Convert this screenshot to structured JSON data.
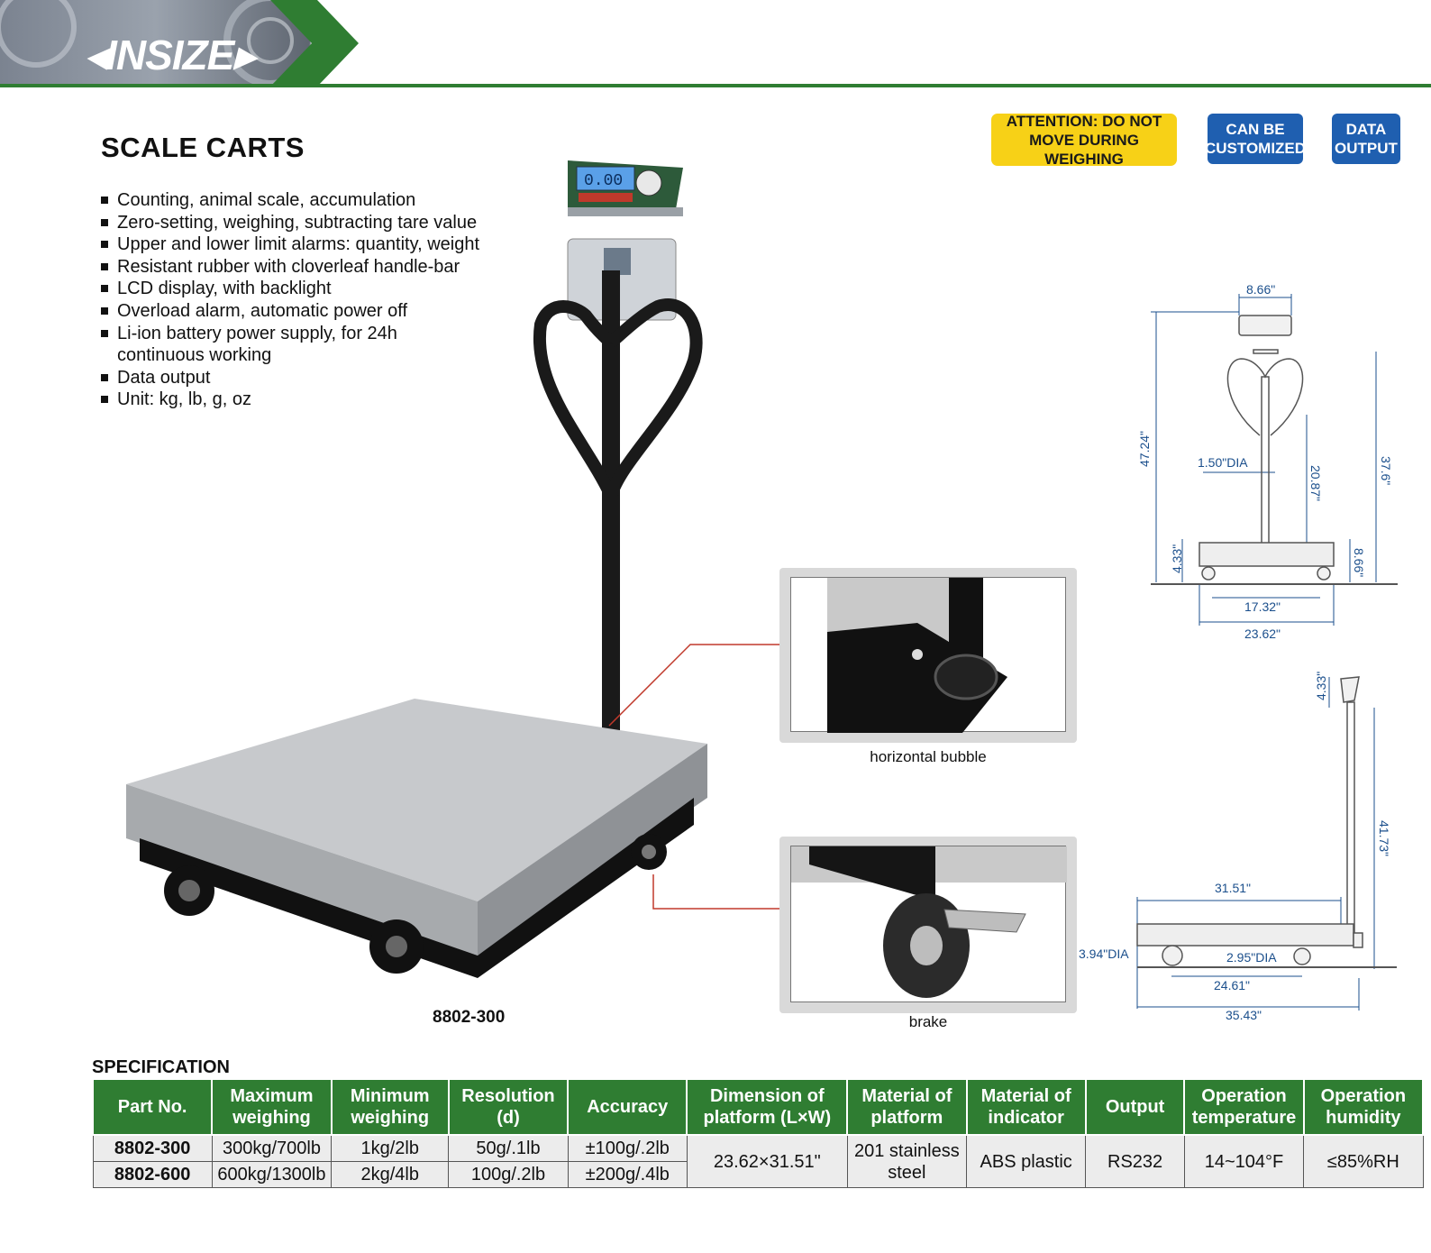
{
  "brand": {
    "logo_text": "INSIZE"
  },
  "title": "SCALE CARTS",
  "badges": {
    "attention": [
      "ATTENTION: DO NOT",
      "MOVE DURING WEIGHING"
    ],
    "customized": [
      "CAN BE",
      "CUSTOMIZED"
    ],
    "data_output": [
      "DATA",
      "OUTPUT"
    ]
  },
  "features": [
    "Counting, animal scale, accumulation",
    "Zero-setting, weighing, subtracting tare value",
    "Upper and lower limit alarms: quantity, weight",
    "Resistant rubber with cloverleaf handle-bar",
    "LCD display, with backlight",
    "Overload alarm, automatic power off",
    "Li-ion battery power supply, for 24h",
    "continuous working",
    "Data output",
    "Unit: kg, lb, g, oz"
  ],
  "product": {
    "model_label": "8802-300",
    "display_reading": "0.00"
  },
  "details": {
    "bubble_caption": "horizontal bubble",
    "brake_caption": "brake"
  },
  "dimensions": {
    "front": {
      "top_width": "8.66\"",
      "total_height": "47.24\"",
      "pole_dia": "1.50\"DIA",
      "handle_height": "20.87\"",
      "right_height": "37.6\"",
      "base_height": "4.33\"",
      "caster_height": "8.66\"",
      "inner_width": "17.32\"",
      "outer_width": "23.62\""
    },
    "side": {
      "head_height": "4.33\"",
      "pole_height": "41.73\"",
      "platform_length": "31.51\"",
      "wheel_dia_big": "3.94\"DIA",
      "wheel_dia_small": "2.95\"DIA",
      "wheelbase": "24.61\"",
      "total_length": "35.43\""
    }
  },
  "spec": {
    "title": "SPECIFICATION",
    "headers": [
      "Part No.",
      "Maximum weighing",
      "Minimum weighing",
      "Resolution (d)",
      "Accuracy",
      "Dimension of platform (L×W)",
      "Material of platform",
      "Material of indicator",
      "Output",
      "Operation temperature",
      "Operation humidity"
    ],
    "rows": [
      {
        "part": "8802-300",
        "max": "300kg/700lb",
        "min": "1kg/2lb",
        "res": "50g/.1lb",
        "acc": "±100g/.2lb"
      },
      {
        "part": "8802-600",
        "max": "600kg/1300lb",
        "min": "2kg/4lb",
        "res": "100g/.2lb",
        "acc": "±200g/.4lb"
      }
    ],
    "shared": {
      "dimension": "23.62×31.51\"",
      "platform_material": "201 stainless steel",
      "indicator_material": "ABS plastic",
      "output": "RS232",
      "temperature": "14~104°F",
      "humidity": "≤85%RH"
    }
  },
  "colors": {
    "header_green": "#2f7d32",
    "badge_yellow": "#f7d117",
    "badge_blue": "#1f5fb0",
    "dimension_blue": "#1b4f8c"
  }
}
